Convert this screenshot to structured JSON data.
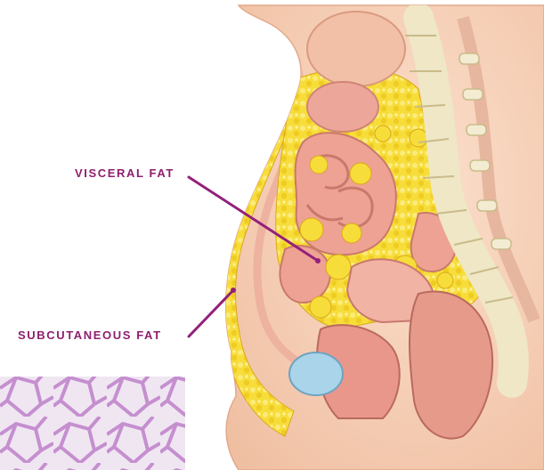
{
  "labels": {
    "visceral": "VISCERAL FAT",
    "subcutaneous": "SUBCUTANEOUS FAT"
  },
  "colors": {
    "label_text": "#8e1f6e",
    "leader_line": "#93207a",
    "fat_yellow": "#f7dd3a",
    "skin": "#f6cdb3",
    "intestine": "#eea294",
    "spine_bone": "#efe7c6",
    "bladder": "#a9d4ea",
    "tissue_inset": "#cfa7d8"
  },
  "icons": {
    "illustration": "abdomen-cross-section-illustration",
    "inset": "adipose-tissue-micrograph"
  }
}
